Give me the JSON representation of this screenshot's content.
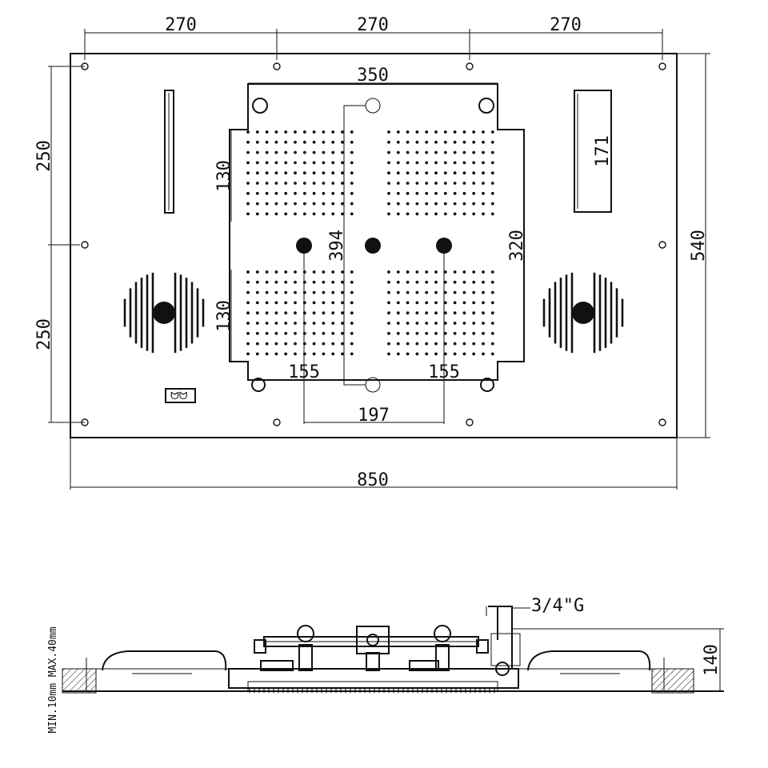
{
  "dimensions": {
    "top_spacing_1": "270",
    "top_spacing_2": "270",
    "top_spacing_3": "270",
    "panel_width": "350",
    "total_width": "850",
    "total_height": "540",
    "left_upper": "250",
    "left_lower": "250",
    "inner_upper_height": "130",
    "inner_lower_height": "130",
    "center_vertical": "394",
    "right_vertical": "320",
    "strip_height": "171",
    "bottom_left": "155",
    "bottom_right": "155",
    "nozzle_spacing": "197",
    "side_height": "140",
    "thread": "3/4\"G",
    "wall_note": "MIN.10mm MAX.40mm"
  },
  "colors": {
    "line": "#111111",
    "background": "#ffffff"
  }
}
